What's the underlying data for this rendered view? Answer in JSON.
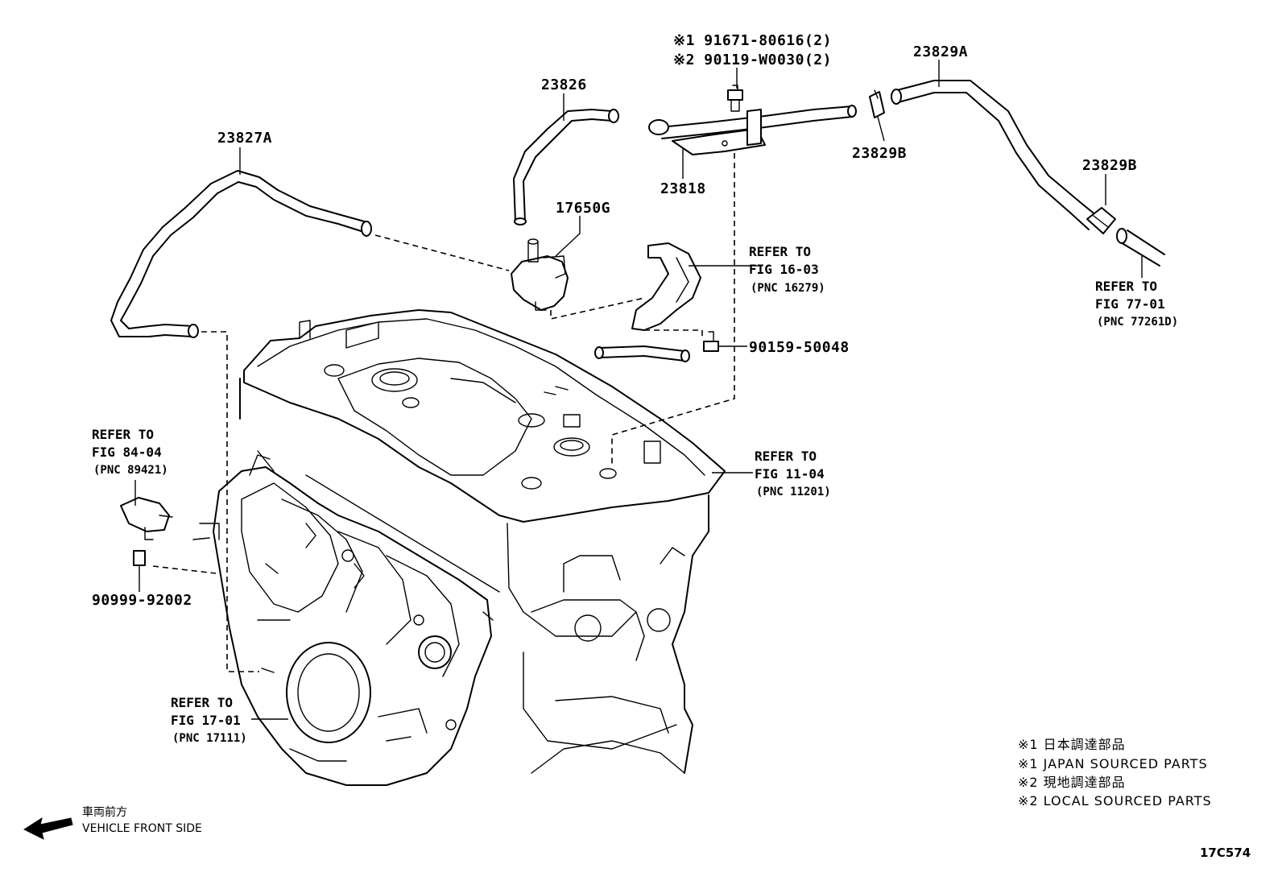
{
  "note_lines": [
    "※1 91671-80616(2)",
    "※2 90119-W0030(2)"
  ],
  "parts": {
    "p23826": "23826",
    "p23827A": "23827A",
    "p23818": "23818",
    "p23829A": "23829A",
    "p23829B_upper": "23829B",
    "p23829B_lower": "23829B",
    "p17650G": "17650G",
    "p90159": "90159-50048",
    "p90999": "90999-92002"
  },
  "refs": {
    "fig16": [
      "REFER TO",
      "FIG 16-03",
      "(PNC 16279)"
    ],
    "fig77": [
      "REFER TO",
      "FIG 77-01",
      "(PNC 77261D)"
    ],
    "fig84": [
      "REFER TO",
      "FIG 84-04",
      "(PNC 89421)"
    ],
    "fig11": [
      "REFER TO",
      "FIG 11-04",
      "(PNC 11201)"
    ],
    "fig17": [
      "REFER TO",
      "FIG 17-01",
      "(PNC 17111)"
    ]
  },
  "legend": [
    "※1 日本調達部品",
    "※1 JAPAN SOURCED PARTS",
    "※2 現地調達部品",
    "※2 LOCAL SOURCED PARTS"
  ],
  "front": {
    "jp": "車両前方",
    "en": "VEHICLE FRONT SIDE",
    "icon": "arrow-left-icon"
  },
  "diagram_code": "17C574"
}
